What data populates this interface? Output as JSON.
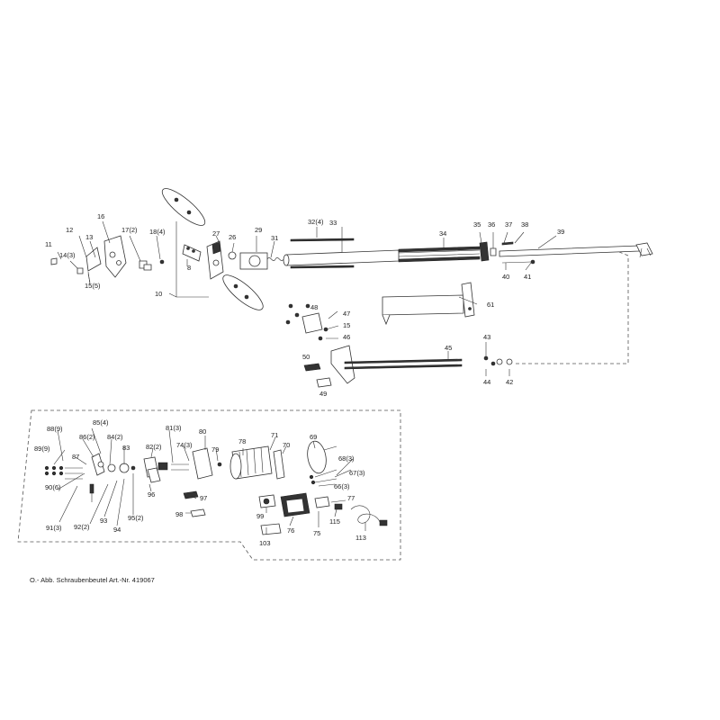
{
  "caption": "O.- Abb. Schraubenbeutel Art.-Nr. 419067",
  "callouts": {
    "c11": "11",
    "c12": "12",
    "c13": "13",
    "c14": "14(3)",
    "c15a": "15(5)",
    "c16": "16",
    "c17": "17(2)",
    "c18": "18(4)",
    "c8": "8",
    "c10": "10",
    "c27": "27",
    "c26": "26",
    "c29": "29",
    "c31": "31",
    "c32": "32(4)",
    "c33": "33",
    "c34": "34",
    "c35": "35",
    "c36": "36",
    "c37": "37",
    "c38": "38",
    "c39": "39",
    "c40": "40",
    "c41": "41",
    "c61": "61",
    "c48": "48",
    "c47": "47",
    "c15b": "15",
    "c46": "46",
    "c50": "50",
    "c49": "49",
    "c45": "45",
    "c43": "43",
    "c44": "44",
    "c42": "42",
    "c88": "88(9)",
    "c85": "85(4)",
    "c86": "86(2)",
    "c84": "84(2)",
    "c89": "89(9)",
    "c87": "87",
    "c83": "83",
    "c82": "82(2)",
    "c81": "81(3)",
    "c74": "74(3)",
    "c80": "80",
    "c79": "79",
    "c78": "78",
    "c71": "71",
    "c70": "70",
    "c69": "69",
    "c68": "68(3)",
    "c67": "67(3)",
    "c66": "66(3)",
    "c90": "90(6)",
    "c96": "96",
    "c97": "97",
    "c98": "98",
    "c91": "91(3)",
    "c92": "92(2)",
    "c93": "93",
    "c94": "94",
    "c95": "95(2)",
    "c99": "99",
    "c76": "76",
    "c77": "77",
    "c115": "115",
    "c75": "75",
    "c113": "113",
    "c103": "103"
  }
}
